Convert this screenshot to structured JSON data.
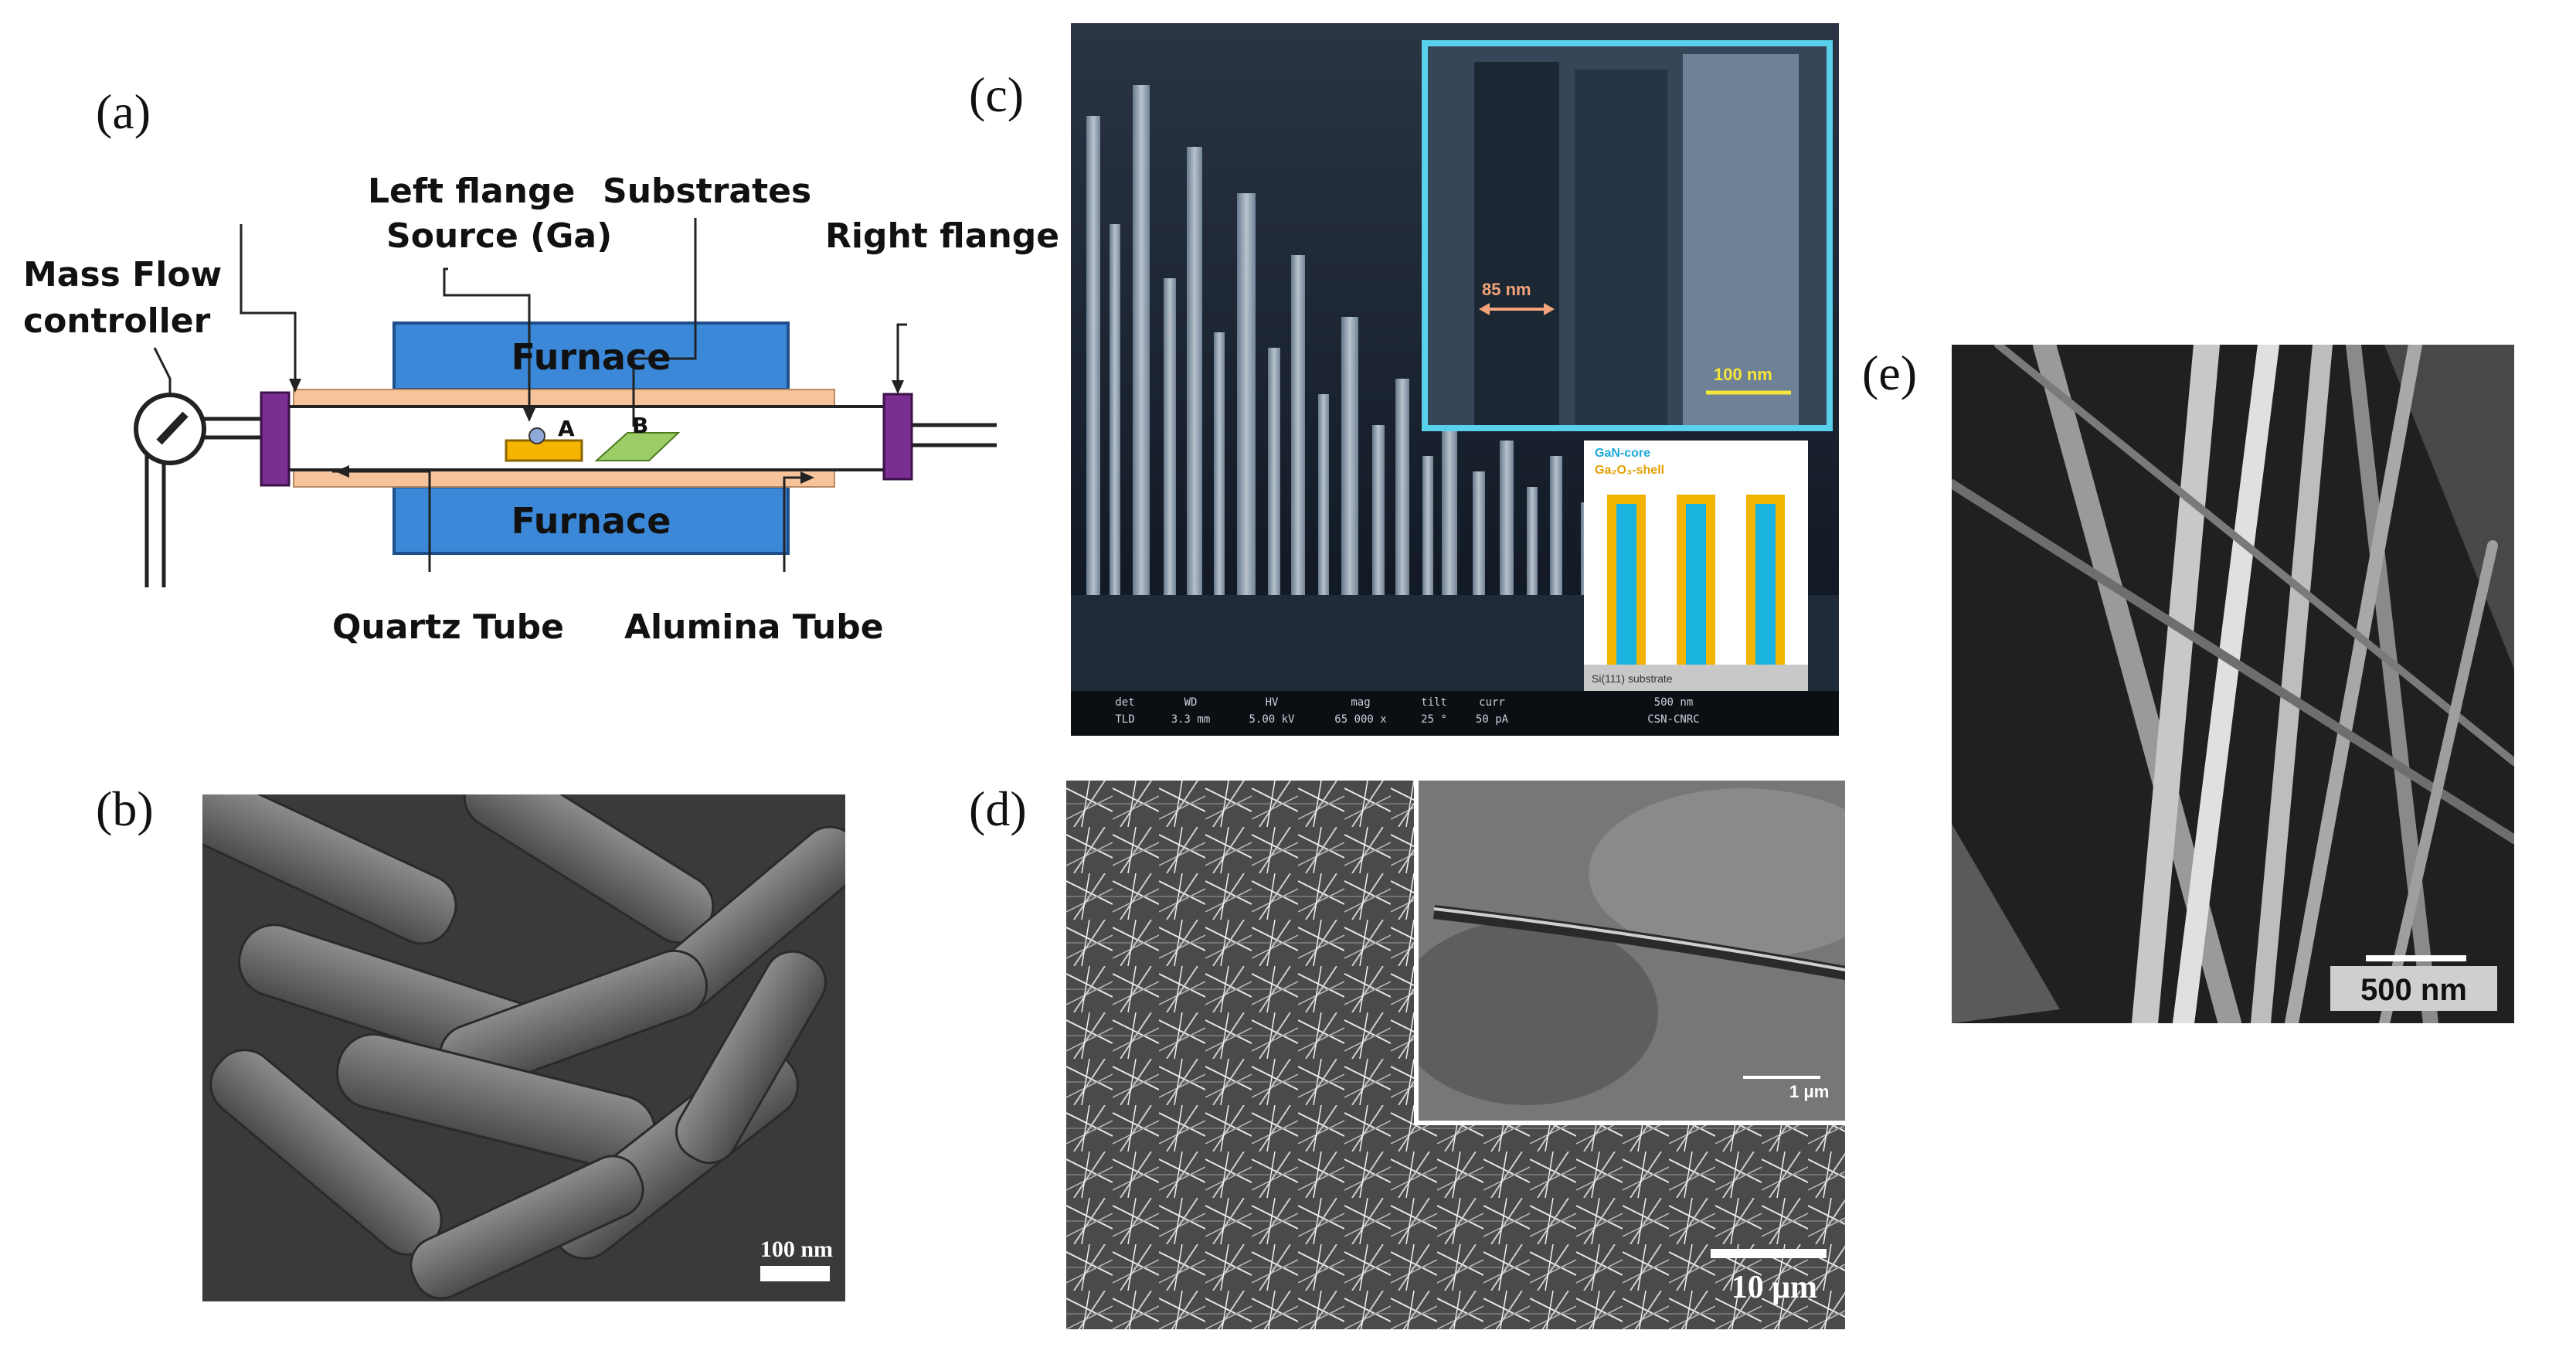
{
  "panels": {
    "a": {
      "label": "(a)",
      "texts": {
        "left_flange": "Left flange",
        "substrates": "Substrates",
        "source": "Source (Ga)",
        "right_flange": "Right flange",
        "mass_flow": "Mass Flow",
        "controller": "controller",
        "furnace_top": "Furnace",
        "furnace_bottom": "Furnace",
        "marker_a": "A",
        "marker_b": "B",
        "quartz_tube": "Quartz Tube",
        "alumina_tube": "Alumina Tube"
      },
      "colors": {
        "furnace": "#3b88d8",
        "alumina": "#f6c39b",
        "flange": "#7a2e91",
        "source_boat": "#f4b400",
        "substrate": "#9ccc65"
      }
    },
    "b": {
      "label": "(b)",
      "scalebar": "100 nm"
    },
    "c": {
      "label": "(c)",
      "inset_scalebar": "100 nm",
      "inset_dimension": "85 nm",
      "schematic_labels": [
        "GaN-core",
        "Ga₂O₃-shell",
        "Si(111) substrate"
      ],
      "info_bar": {
        "headers": [
          "det",
          "WD",
          "HV",
          "mag",
          "tilt",
          "curr"
        ],
        "values": [
          "TLD",
          "3.3 mm",
          "5.00 kV",
          "65 000 x",
          "25 °",
          "50 pA"
        ],
        "scale": "500 nm",
        "org": "CSN-CNRC"
      }
    },
    "d": {
      "label": "(d)",
      "scalebar": "10 μm",
      "inset_scalebar": "1 μm"
    },
    "e": {
      "label": "(e)",
      "scalebar": "500 nm"
    }
  }
}
